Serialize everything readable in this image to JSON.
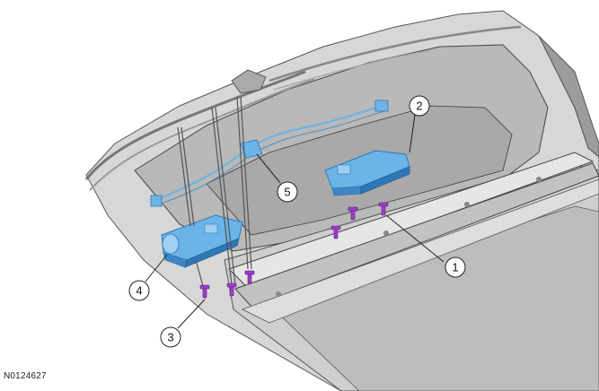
{
  "figure": {
    "id": "N0124627",
    "callouts": [
      {
        "label": "1"
      },
      {
        "label": "2"
      },
      {
        "label": "3"
      },
      {
        "label": "4"
      },
      {
        "label": "5"
      }
    ]
  },
  "colors": {
    "background": "#ffffff",
    "roof_panel": "#c9c9c9",
    "roof_panel_dark": "#8e8e8e",
    "outline": "#4a4a4a",
    "component_blue": "#6ab4e8",
    "component_blue_dark": "#2f78b8",
    "wire": "#6fb3e4",
    "screw": "#9b3fc9"
  },
  "icons": {
    "component_2": "motor-module-icon",
    "component_4": "motor-module-icon",
    "fasteners": "screw-icon"
  }
}
